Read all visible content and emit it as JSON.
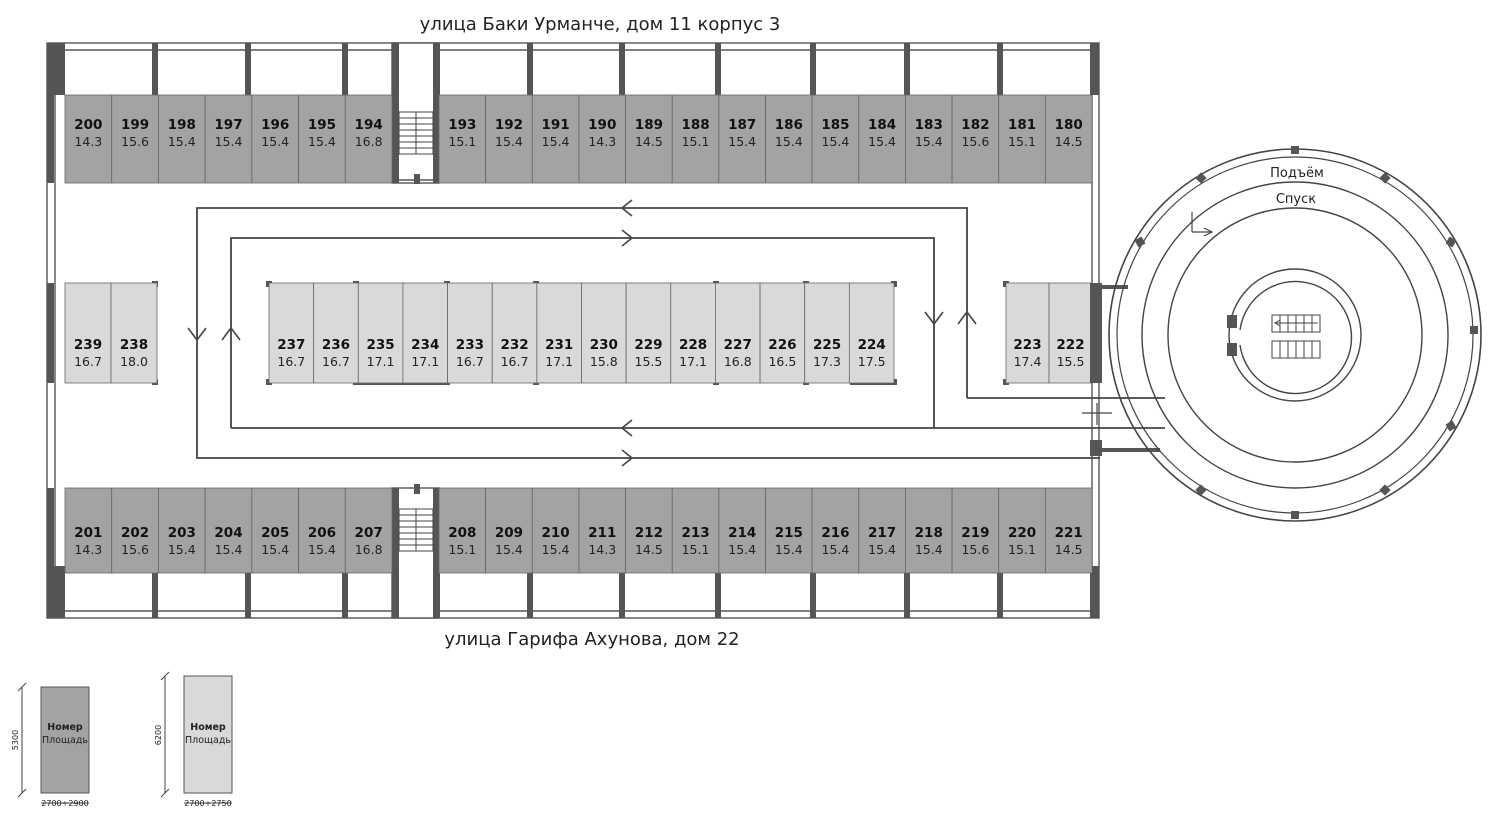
{
  "streets": {
    "top": "улица Баки Урманче, дом 11 корпус 3",
    "bottom": "улица Гарифа Ахунова, дом 22"
  },
  "ramp": {
    "up": "Подъём",
    "down": "Спуск"
  },
  "colors": {
    "dark_spot": "#a3a3a3",
    "light_spot": "#d9d9d9",
    "wall": "#555555",
    "line": "#444444"
  },
  "icons": [
    "stairs-icon",
    "arrow-icon"
  ],
  "spots": {
    "top_left": [
      [
        "200",
        "14.3"
      ],
      [
        "199",
        "15.6"
      ],
      [
        "198",
        "15.4"
      ],
      [
        "197",
        "15.4"
      ],
      [
        "196",
        "15.4"
      ],
      [
        "195",
        "15.4"
      ],
      [
        "194",
        "16.8"
      ]
    ],
    "top_right": [
      [
        "193",
        "15.1"
      ],
      [
        "192",
        "15.4"
      ],
      [
        "191",
        "15.4"
      ],
      [
        "190",
        "14.3"
      ],
      [
        "189",
        "14.5"
      ],
      [
        "188",
        "15.1"
      ],
      [
        "187",
        "15.4"
      ],
      [
        "186",
        "15.4"
      ],
      [
        "185",
        "15.4"
      ],
      [
        "184",
        "15.4"
      ],
      [
        "183",
        "15.4"
      ],
      [
        "182",
        "15.6"
      ],
      [
        "181",
        "15.1"
      ],
      [
        "180",
        "14.5"
      ]
    ],
    "bottom_left": [
      [
        "201",
        "14.3"
      ],
      [
        "202",
        "15.6"
      ],
      [
        "203",
        "15.4"
      ],
      [
        "204",
        "15.4"
      ],
      [
        "205",
        "15.4"
      ],
      [
        "206",
        "15.4"
      ],
      [
        "207",
        "16.8"
      ]
    ],
    "bottom_right": [
      [
        "208",
        "15.1"
      ],
      [
        "209",
        "15.4"
      ],
      [
        "210",
        "15.4"
      ],
      [
        "211",
        "14.3"
      ],
      [
        "212",
        "14.5"
      ],
      [
        "213",
        "15.1"
      ],
      [
        "214",
        "15.4"
      ],
      [
        "215",
        "15.4"
      ],
      [
        "216",
        "15.4"
      ],
      [
        "217",
        "15.4"
      ],
      [
        "218",
        "15.4"
      ],
      [
        "219",
        "15.6"
      ],
      [
        "220",
        "15.1"
      ],
      [
        "221",
        "14.5"
      ]
    ],
    "mid_left": [
      [
        "239",
        "16.7"
      ],
      [
        "238",
        "18.0"
      ]
    ],
    "mid_center": [
      [
        "237",
        "16.7"
      ],
      [
        "236",
        "16.7"
      ],
      [
        "235",
        "17.1"
      ],
      [
        "234",
        "17.1"
      ],
      [
        "233",
        "16.7"
      ],
      [
        "232",
        "16.7"
      ],
      [
        "231",
        "17.1"
      ],
      [
        "230",
        "15.8"
      ],
      [
        "229",
        "15.5"
      ],
      [
        "228",
        "17.1"
      ],
      [
        "227",
        "16.8"
      ],
      [
        "226",
        "16.5"
      ],
      [
        "225",
        "17.3"
      ],
      [
        "224",
        "17.5"
      ]
    ],
    "mid_right": [
      [
        "223",
        "17.4"
      ],
      [
        "222",
        "15.5"
      ]
    ]
  },
  "legend": {
    "items": [
      {
        "number": "Номер",
        "area": "Площадь",
        "height": "5300",
        "width": "2700÷2900",
        "color": "#a3a3a3"
      },
      {
        "number": "Номер",
        "area": "Площадь",
        "height": "6200",
        "width": "2700÷2750",
        "color": "#d9d9d9"
      }
    ]
  }
}
